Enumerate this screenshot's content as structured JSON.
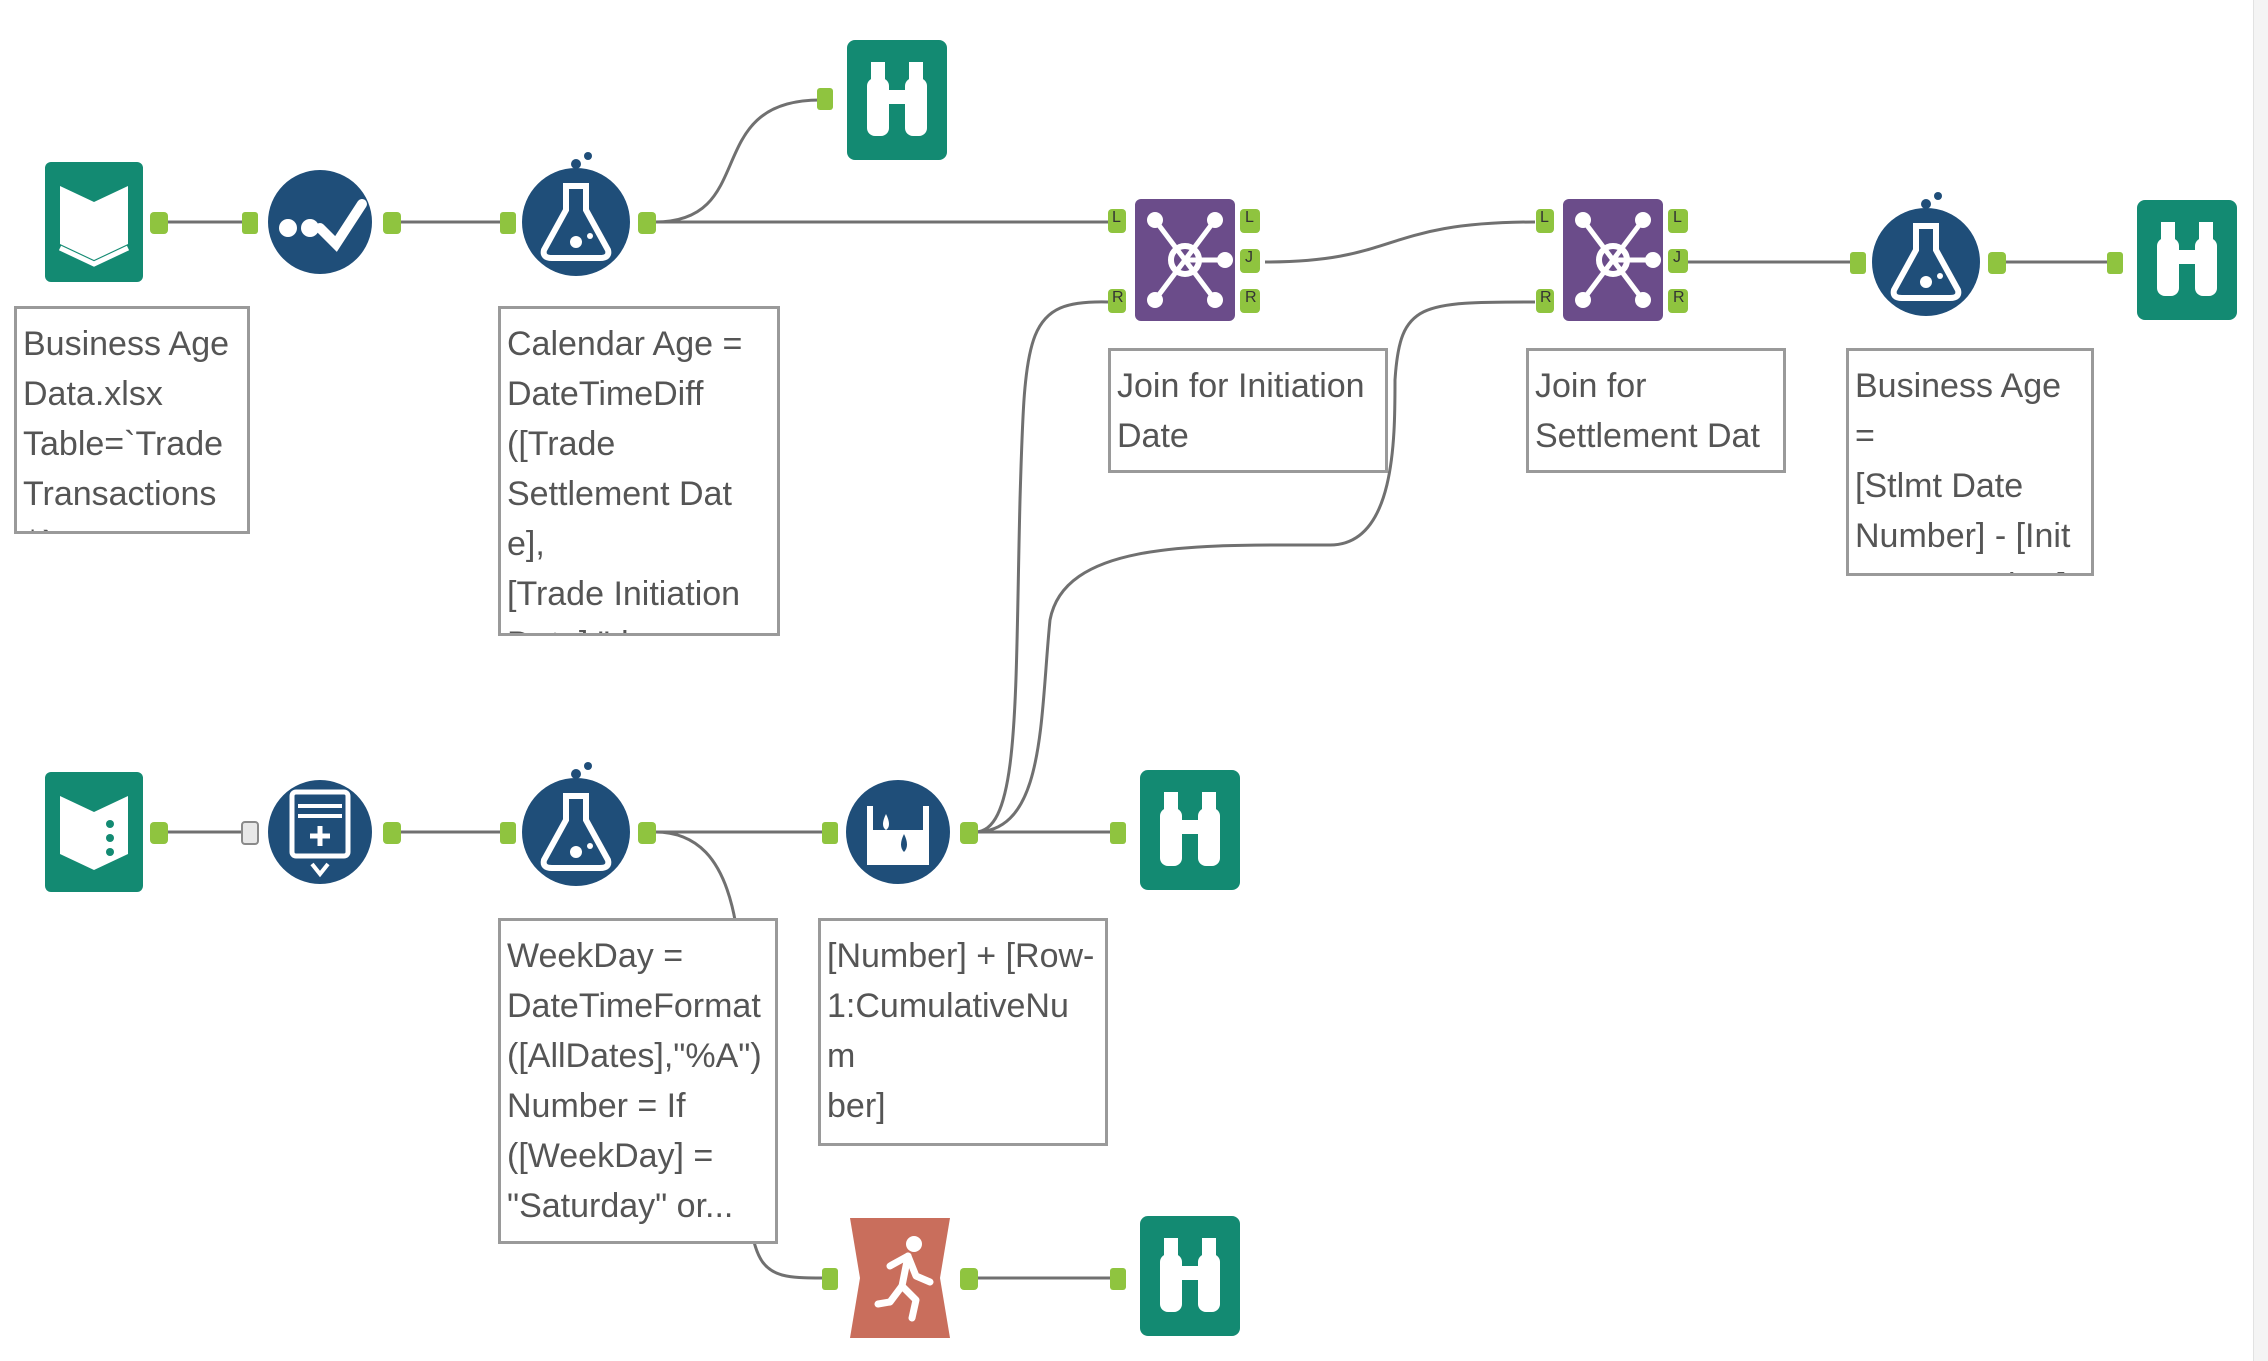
{
  "tools": {
    "input1": {
      "icon": "input-data-book-icon"
    },
    "select1": {
      "icon": "select-check-icon"
    },
    "formula1": {
      "icon": "formula-flask-icon"
    },
    "browse1": {
      "icon": "browse-binoculars-icon"
    },
    "join1": {
      "icon": "join-network-icon"
    },
    "join2": {
      "icon": "join-network-icon"
    },
    "formula3": {
      "icon": "formula-flask-icon"
    },
    "browse2": {
      "icon": "browse-binoculars-icon"
    },
    "input2": {
      "icon": "text-input-book-icon"
    },
    "generate": {
      "icon": "generate-rows-icon"
    },
    "formula2": {
      "icon": "formula-flask-icon"
    },
    "multirow": {
      "icon": "multi-row-formula-icon"
    },
    "browse3": {
      "icon": "browse-binoculars-icon"
    },
    "run": {
      "icon": "run-command-icon"
    },
    "browse4": {
      "icon": "browse-binoculars-icon"
    }
  },
  "anchors": {
    "left": "L",
    "join": "J",
    "right": "R"
  },
  "annotations": {
    "input1": "Business Age\nData.xlsx\nTable=`Trade\nTransactions$`",
    "formula1": "Calendar Age =\nDateTimeDiff\n([Trade\nSettlement Date],\n[Trade Initiation\nDate],\"day...",
    "join1": "Join for Initiation\nDate",
    "join2": "Join for\nSettlement Date",
    "formula3": "Business Age =\n[Stlmt Date\nNumber] - [Init\nDate Number]",
    "formula2": "WeekDay =\nDateTimeFormat\n([AllDates],\"%A\")\nNumber = If\n([WeekDay] =\n\"Saturday\" or...",
    "multirow": "[Number] + [Row-\n1:CumulativeNum\nber]"
  },
  "colors": {
    "teal": "#138a72",
    "navy": "#1f4e79",
    "purple": "#6b4c8a",
    "salmon": "#c96e5c",
    "anchor_green": "#8fc43f",
    "connector": "#707070"
  }
}
